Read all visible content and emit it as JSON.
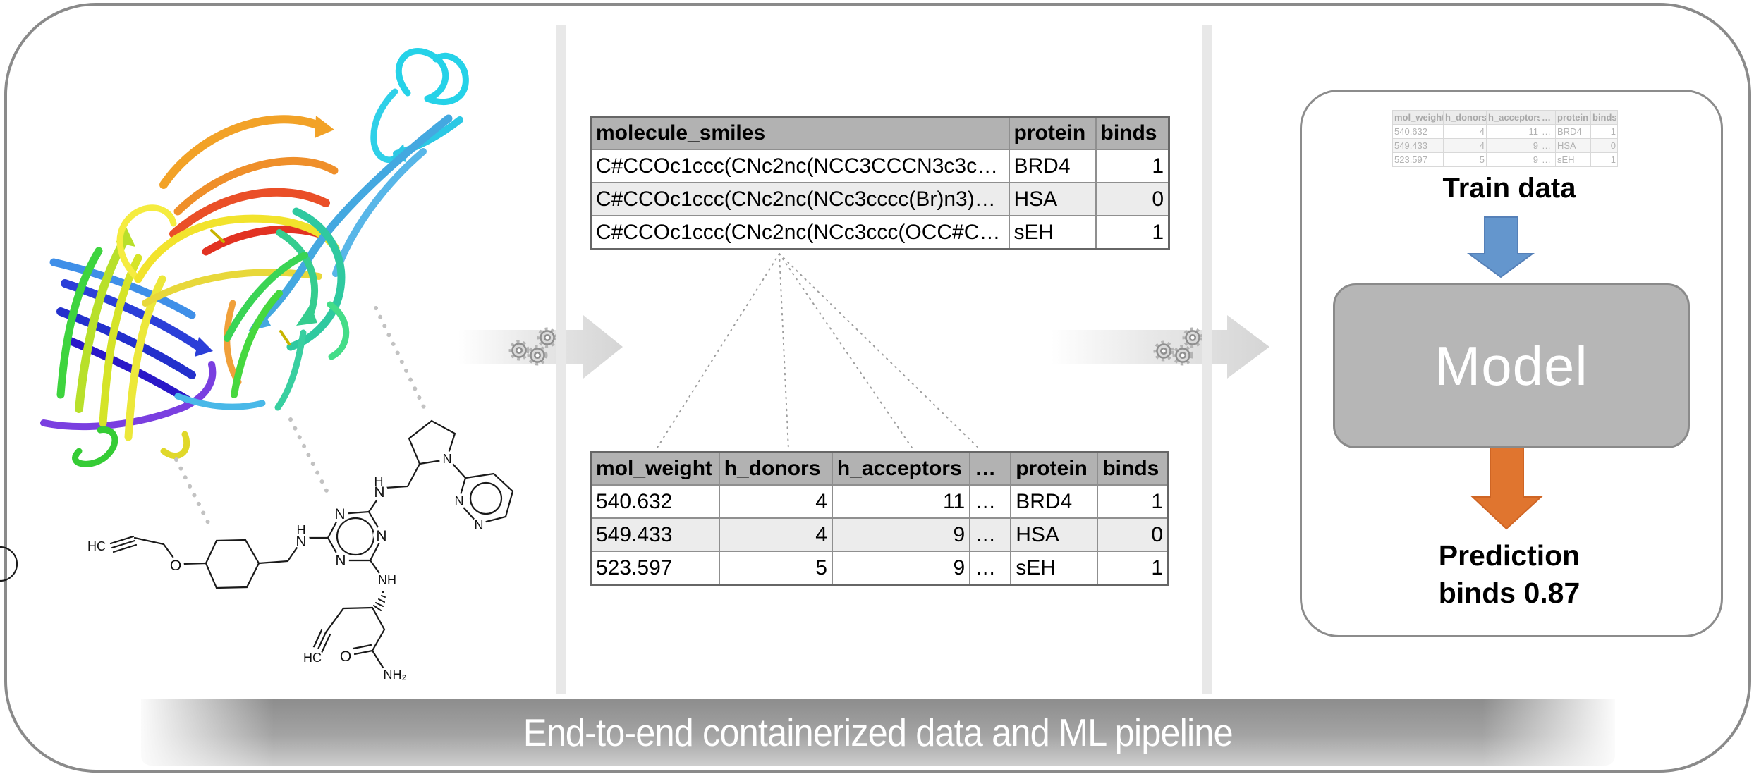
{
  "banner": {
    "label": "End-to-end containerized data and ML pipeline"
  },
  "tables": {
    "smiles": {
      "headers": [
        "molecule_smiles",
        "protein",
        "binds"
      ],
      "rows": [
        [
          "C#CCOc1ccc(CNc2nc(NCC3CCCN3c3c…",
          "BRD4",
          "1"
        ],
        [
          "C#CCOc1ccc(CNc2nc(NCc3cccc(Br)n3)…",
          "HSA",
          "0"
        ],
        [
          "C#CCOc1ccc(CNc2nc(NCc3ccc(OCC#C…",
          "sEH",
          "1"
        ]
      ]
    },
    "features": {
      "headers": [
        "mol_weight",
        "h_donors",
        "h_acceptors",
        "…",
        "protein",
        "binds"
      ],
      "rows": [
        [
          "540.632",
          "4",
          "11",
          "…",
          "BRD4",
          "1"
        ],
        [
          "549.433",
          "4",
          "9",
          "…",
          "HSA",
          "0"
        ],
        [
          "523.597",
          "5",
          "9",
          "…",
          "sEH",
          "1"
        ]
      ]
    }
  },
  "right_panel": {
    "train_label": "Train data",
    "model_label": "Model",
    "prediction_line1": "Prediction",
    "prediction_line2": "binds 0.87"
  },
  "molecule": {
    "atom_labels": [
      {
        "t": "HC"
      },
      {
        "t": "O"
      },
      {
        "t": "H"
      },
      {
        "t": "N"
      },
      {
        "t": "N"
      },
      {
        "t": "N"
      },
      {
        "t": "N"
      },
      {
        "t": "H"
      },
      {
        "t": "N"
      },
      {
        "t": "N"
      },
      {
        "t": "N"
      },
      {
        "t": "N"
      },
      {
        "t": "NH"
      },
      {
        "t": "HC"
      },
      {
        "t": "O"
      },
      {
        "t": "NH₂"
      }
    ]
  },
  "colors": {
    "accent_blue_arrow": "#6496cd",
    "accent_orange_arrow": "#e0752f",
    "model_box_gray": "#b6b6b6",
    "table_header_gray": "#b2b2b2",
    "frame_gray": "#8a8a8a",
    "banner_gray": "#9a9a9a"
  }
}
